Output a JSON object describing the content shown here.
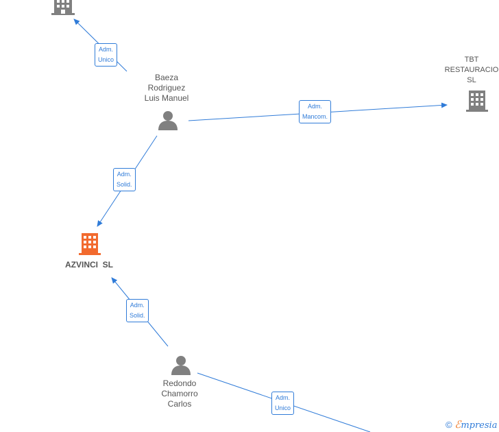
{
  "nodes": {
    "company_top": {
      "label": ""
    },
    "person_baeza": {
      "label_lines": [
        "Baeza",
        "Rodriguez",
        "Luis Manuel"
      ]
    },
    "company_tbt": {
      "label_lines": [
        "TBT",
        "RESTAURACIO",
        "SL"
      ]
    },
    "company_azvinci": {
      "label": "AZVINCI  SL"
    },
    "person_redondo": {
      "label_lines": [
        "Redondo",
        "Chamorro",
        "Carlos"
      ]
    }
  },
  "edges": [
    {
      "id": "e1",
      "line1": "Adm.",
      "line2": "Unico"
    },
    {
      "id": "e2",
      "line1": "Adm.",
      "line2": "Mancom."
    },
    {
      "id": "e3",
      "line1": "Adm.",
      "line2": "Solid."
    },
    {
      "id": "e4",
      "line1": "Adm.",
      "line2": "Solid."
    },
    {
      "id": "e5",
      "line1": "Adm.",
      "line2": "Unico"
    }
  ],
  "colors": {
    "edge": "#2f7bd8",
    "node_gray": "#808080",
    "node_highlight": "#f26a2e"
  },
  "brand": {
    "copyright": "©",
    "e": "ℰ",
    "rest": "mpresia"
  }
}
